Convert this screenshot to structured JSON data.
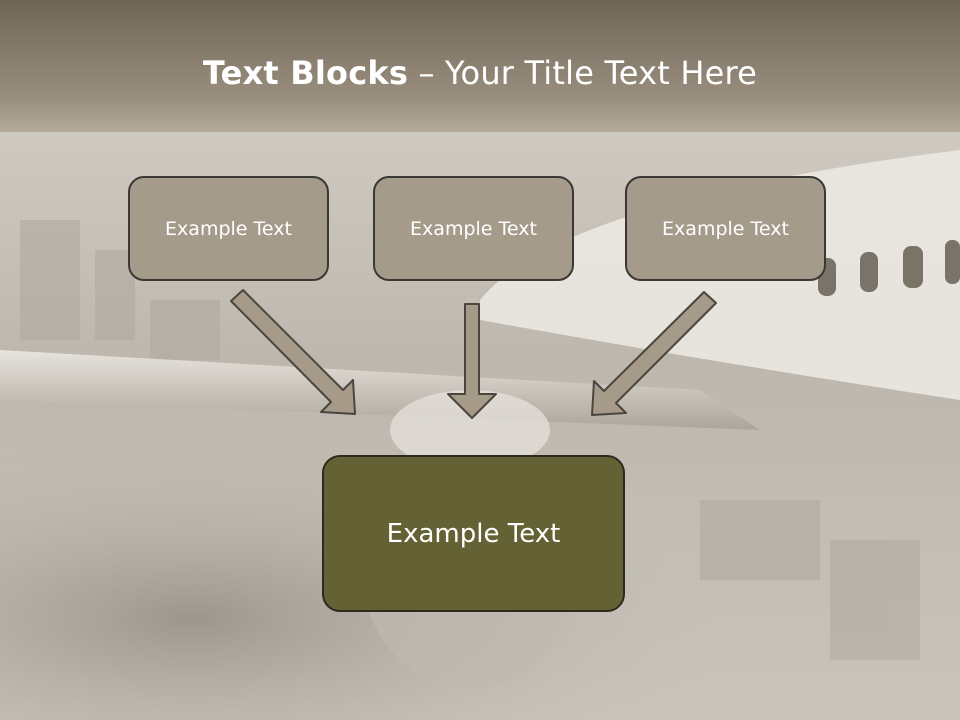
{
  "slide": {
    "title_bold": "Text Blocks",
    "title_rest": " – Your Title Text Here"
  },
  "boxes": [
    {
      "label": "Example Text"
    },
    {
      "label": "Example Text"
    },
    {
      "label": "Example Text"
    }
  ],
  "main_box": {
    "label": "Example Text"
  },
  "colors": {
    "header": "#7d7262",
    "box_fill": "#a59b8b",
    "main_fill": "#646234",
    "arrow_fill": "#a69a88"
  }
}
